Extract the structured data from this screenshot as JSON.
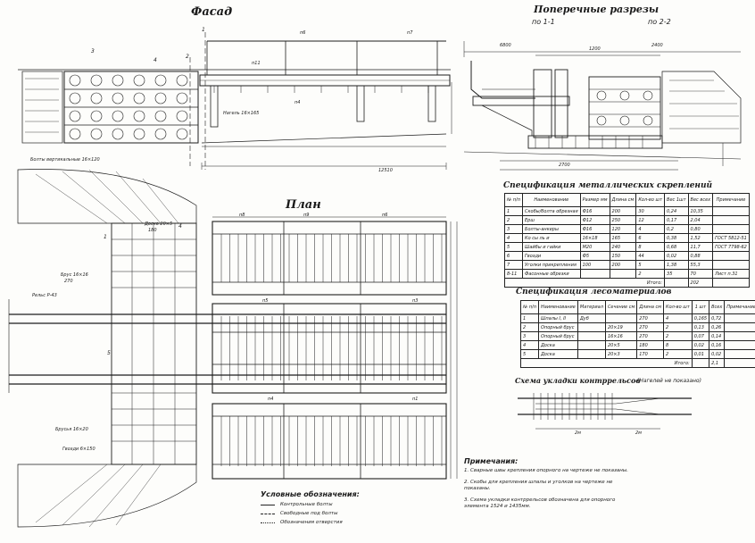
{
  "titles": {
    "facade": "Фасад",
    "cross_sections": "Поперечные разрезы",
    "section_1": "по 1-1",
    "section_2": "по 2-2",
    "plan": "План",
    "metal_spec": "Спецификация металлических скреплений",
    "timber_spec": "Спецификация лесоматериалов",
    "scheme": "Схема укладки контррельсов",
    "scheme_note": "(Нагелей не показано)"
  },
  "dims": {
    "facade_span": "12510",
    "sec_total": "2700",
    "sec_right": "2400",
    "sec_half": "1200",
    "sec_top": "6800",
    "scheme_2m_a": "2м",
    "scheme_2m_b": "2м"
  },
  "facade_labels": {
    "p6": "п6",
    "p7": "п7",
    "p11": "п11",
    "p4": "п4",
    "bolts": "Болты вертикальные 16×120",
    "nagel": "Нагель 16×165",
    "mark_1": "1",
    "mark_2": "2",
    "circle_3": "3",
    "circle_4": "4"
  },
  "plan_labels": {
    "p8": "п8",
    "p9": "п9",
    "p6": "п6",
    "p5": "п5",
    "p3": "п3",
    "p1": "п1",
    "pd": "п4",
    "brus": "Брус 16×16",
    "brus_len": "270",
    "plank": "Доска 20×5",
    "plank_len": "180",
    "rail": "Рельс Р-43",
    "brus2": "Брусья 16×20",
    "gvozd": "Гвозди 6×150",
    "circle_1": "1",
    "circle_4": "4",
    "circle_5": "5"
  },
  "metal_spec": {
    "headers": [
      "№ п/п",
      "Наименование",
      "Размер мм",
      "Длина см",
      "Кол-во шт",
      "Вес 1шт",
      "Вес всех",
      "Примечание"
    ],
    "rows": [
      [
        "1",
        "Скобы/болта обрезная",
        "Ф16",
        "200",
        "30",
        "0,24",
        "10,35",
        ""
      ],
      [
        "2",
        "Ерш",
        "Ф12",
        "250",
        "12",
        "0,17",
        "2,04",
        ""
      ],
      [
        "3",
        "Болты-анкеры",
        "Ф16",
        "120",
        "4",
        "0,2",
        "0,80",
        ""
      ],
      [
        "4",
        "Ко сы ль и",
        "16×18",
        "165",
        "6",
        "0,38",
        "1,52",
        "ГОСТ 5812-51"
      ],
      [
        "5",
        "Шайбы и гайки",
        "М20",
        "240",
        "8",
        "0,68",
        "11,7",
        "ГОСТ 7798-62"
      ],
      [
        "6",
        "Гвозди",
        "Ф5",
        "150",
        "44",
        "0,02",
        "0,88",
        ""
      ],
      [
        "7",
        "Уголки прикрепления",
        "100",
        "200",
        "5",
        "1,38",
        "55,3",
        ""
      ],
      [
        "8-11",
        "Фасонные обрезки",
        "",
        "",
        "2",
        "35",
        "70",
        "Лист п.31"
      ]
    ],
    "total_label": "Итого:",
    "total_value": "202"
  },
  "timber_spec": {
    "headers": [
      "№ п/п",
      "Наименование",
      "Материал",
      "Сечение см",
      "Длина см",
      "Кол-во шт",
      "1 шт",
      "Всех",
      "Примечание"
    ],
    "rows": [
      [
        "1",
        "Шпалы I, II",
        "Дуб",
        "",
        "270",
        "4",
        "0,165",
        "0,72",
        ""
      ],
      [
        "2",
        "Опорный брус",
        "",
        "20×19",
        "270",
        "2",
        "0,13",
        "0,26",
        ""
      ],
      [
        "3",
        "Опорный брус",
        "",
        "16×16",
        "270",
        "2",
        "0,07",
        "0,14",
        ""
      ],
      [
        "4",
        "Доска",
        "",
        "20×5",
        "180",
        "8",
        "0,02",
        "0,16",
        ""
      ],
      [
        "5",
        "Доска",
        "",
        "20×3",
        "170",
        "2",
        "0,01",
        "0,02",
        ""
      ]
    ],
    "total_label": "Итого:",
    "total_value": "2,1"
  },
  "notes": {
    "heading": "Примечания:",
    "items": [
      "1. Сварные швы крепления опорного на чертеже не показаны.",
      "2. Скобы для крепления шпалы и уголков на чертеже не показаны.",
      "3. Схема укладки контррельсов обозначена для опорного элемента 1524 и 1435мм."
    ]
  },
  "legend": {
    "heading": "Условные обозначения:",
    "items": [
      "Контрольные болты",
      "Свободные под болты",
      "Обозначения отверстия"
    ]
  }
}
